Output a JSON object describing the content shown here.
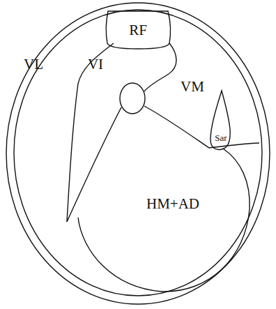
{
  "diagram": {
    "nodes": [
      {
        "text": [
          "RF"
        ]
      },
      {
        "text": [
          "VL"
        ]
      },
      {
        "text": [
          "VI"
        ]
      },
      {
        "text": [
          "VM"
        ]
      },
      {
        "text": [
          "Sar"
        ]
      },
      {
        "text": [
          "HM+AD"
        ]
      }
    ]
  }
}
